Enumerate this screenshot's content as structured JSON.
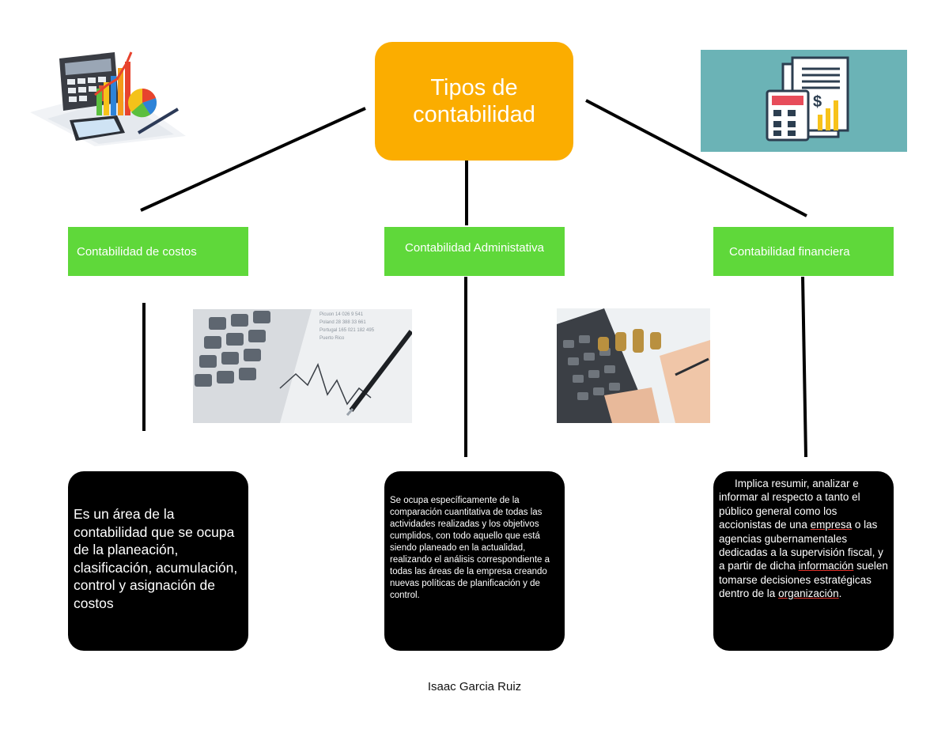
{
  "title": "Tipos de contabilidad",
  "categories": [
    {
      "label": "Contabilidad de costos",
      "description": "Es un área de la contabilidad que se ocupa de la planeación, clasificación, acumulación, control y asignación de costos"
    },
    {
      "label": "Contabilidad Administativa",
      "description": "Se ocupa específicamente de la comparación cuantitativa de todas las actividades realizadas y los objetivos cumplidos, con todo aquello que está siendo planeado en la actualidad, realizando el análisis correspondiente a todas las áreas de la empresa creando nuevas políticas de planificación y de control."
    },
    {
      "label": "Contabilidad financiera",
      "description_parts": {
        "p1": "Implica resumir, analizar e informar al respecto a tanto el público general como los accionistas de una ",
        "link1": "empresa",
        "p2": " o las agencias gubernamentales dedicadas a la supervisión fiscal, y a partir de dicha ",
        "link2": "información",
        "p3": " suelen tomarse decisiones estratégicas dentro de la ",
        "link3": "organización",
        "p4": "."
      }
    }
  ],
  "author": "Isaac Garcia Ruiz",
  "colors": {
    "title_box": "#fbad00",
    "category_box": "#5fd83a",
    "description_box": "#000000",
    "teal_panel": "#6bb3b6"
  },
  "images": [
    "finance-charts-calculator-icon",
    "accounting-documents-calculator-icon",
    "calculator-chart-pen-photo",
    "coins-calculator-photo"
  ]
}
